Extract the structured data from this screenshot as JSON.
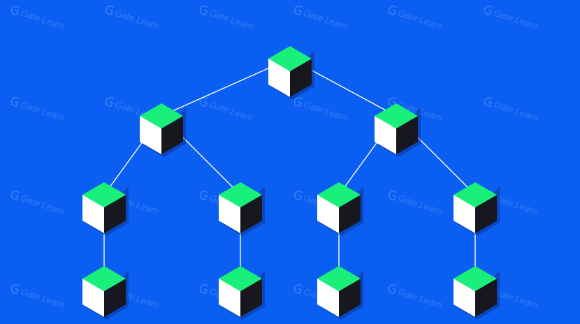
{
  "colors": {
    "background": "#0A5FF2",
    "cube_top": "#19F07A",
    "cube_left": "#FFFFFF",
    "cube_right": "#17171F",
    "edge": "#FFFFFF",
    "watermark": "#FFFFFF"
  },
  "watermark": {
    "text": "Gate Learn",
    "icon": "gate-logo-icon"
  },
  "tree": {
    "levels": 4,
    "node_count": 11,
    "edges": [
      [
        "root",
        "L"
      ],
      [
        "root",
        "R"
      ],
      [
        "L",
        "LL"
      ],
      [
        "L",
        "LR"
      ],
      [
        "R",
        "RL"
      ],
      [
        "R",
        "RR"
      ],
      [
        "LL",
        "LL1"
      ],
      [
        "LR",
        "LR1"
      ],
      [
        "RL",
        "RL1"
      ],
      [
        "RR",
        "RR1"
      ]
    ]
  }
}
